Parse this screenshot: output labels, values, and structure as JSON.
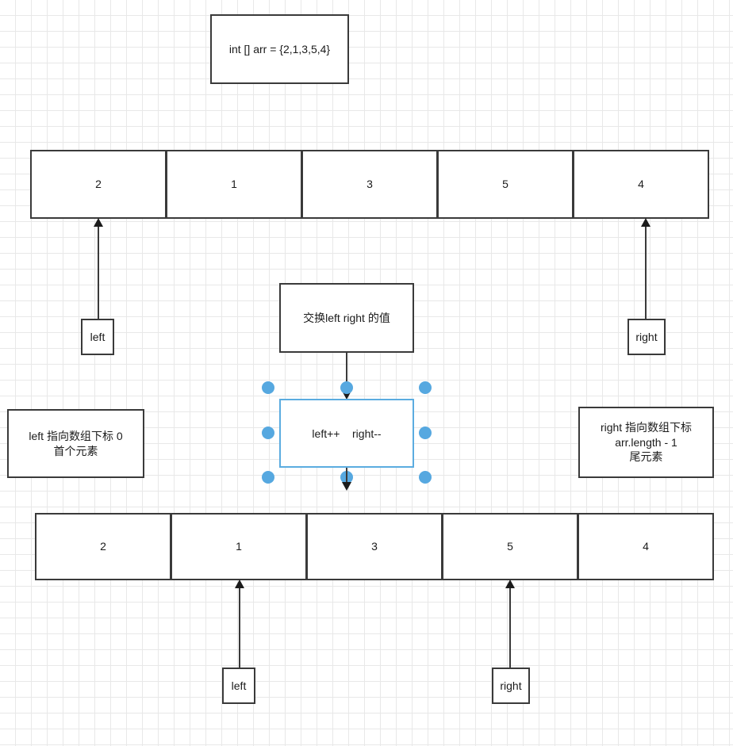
{
  "diagram": {
    "title_box": {
      "text": "int [] arr = {2,1,3,5,4}"
    },
    "top_array": {
      "name": "top-array",
      "cells": [
        "2",
        "1",
        "3",
        "5",
        "4"
      ]
    },
    "bottom_array": {
      "name": "bottom-array",
      "cells": [
        "2",
        "1",
        "3",
        "5",
        "4"
      ]
    },
    "pointers": {
      "top_left_label": "left",
      "top_right_label": "right",
      "bottom_left_label": "left",
      "bottom_right_label": "right"
    },
    "notes": {
      "left_note": "left 指向数组下标 0\n首个元素",
      "right_note": "right 指向数组下标\narr.length - 1\n尾元素"
    },
    "swap_box": {
      "text": "交换left right 的值"
    },
    "selected_box": {
      "text": "left++    right--",
      "selected": true,
      "handle_color": "#56a8e0",
      "outline_color": "#5bace0"
    },
    "colors": {
      "stroke": "#3a3a3a",
      "text": "#1b1b1b",
      "grid_minor": "#e8e8e8",
      "grid_major": "#d4d4d4",
      "canvas": "#ffffff"
    }
  }
}
